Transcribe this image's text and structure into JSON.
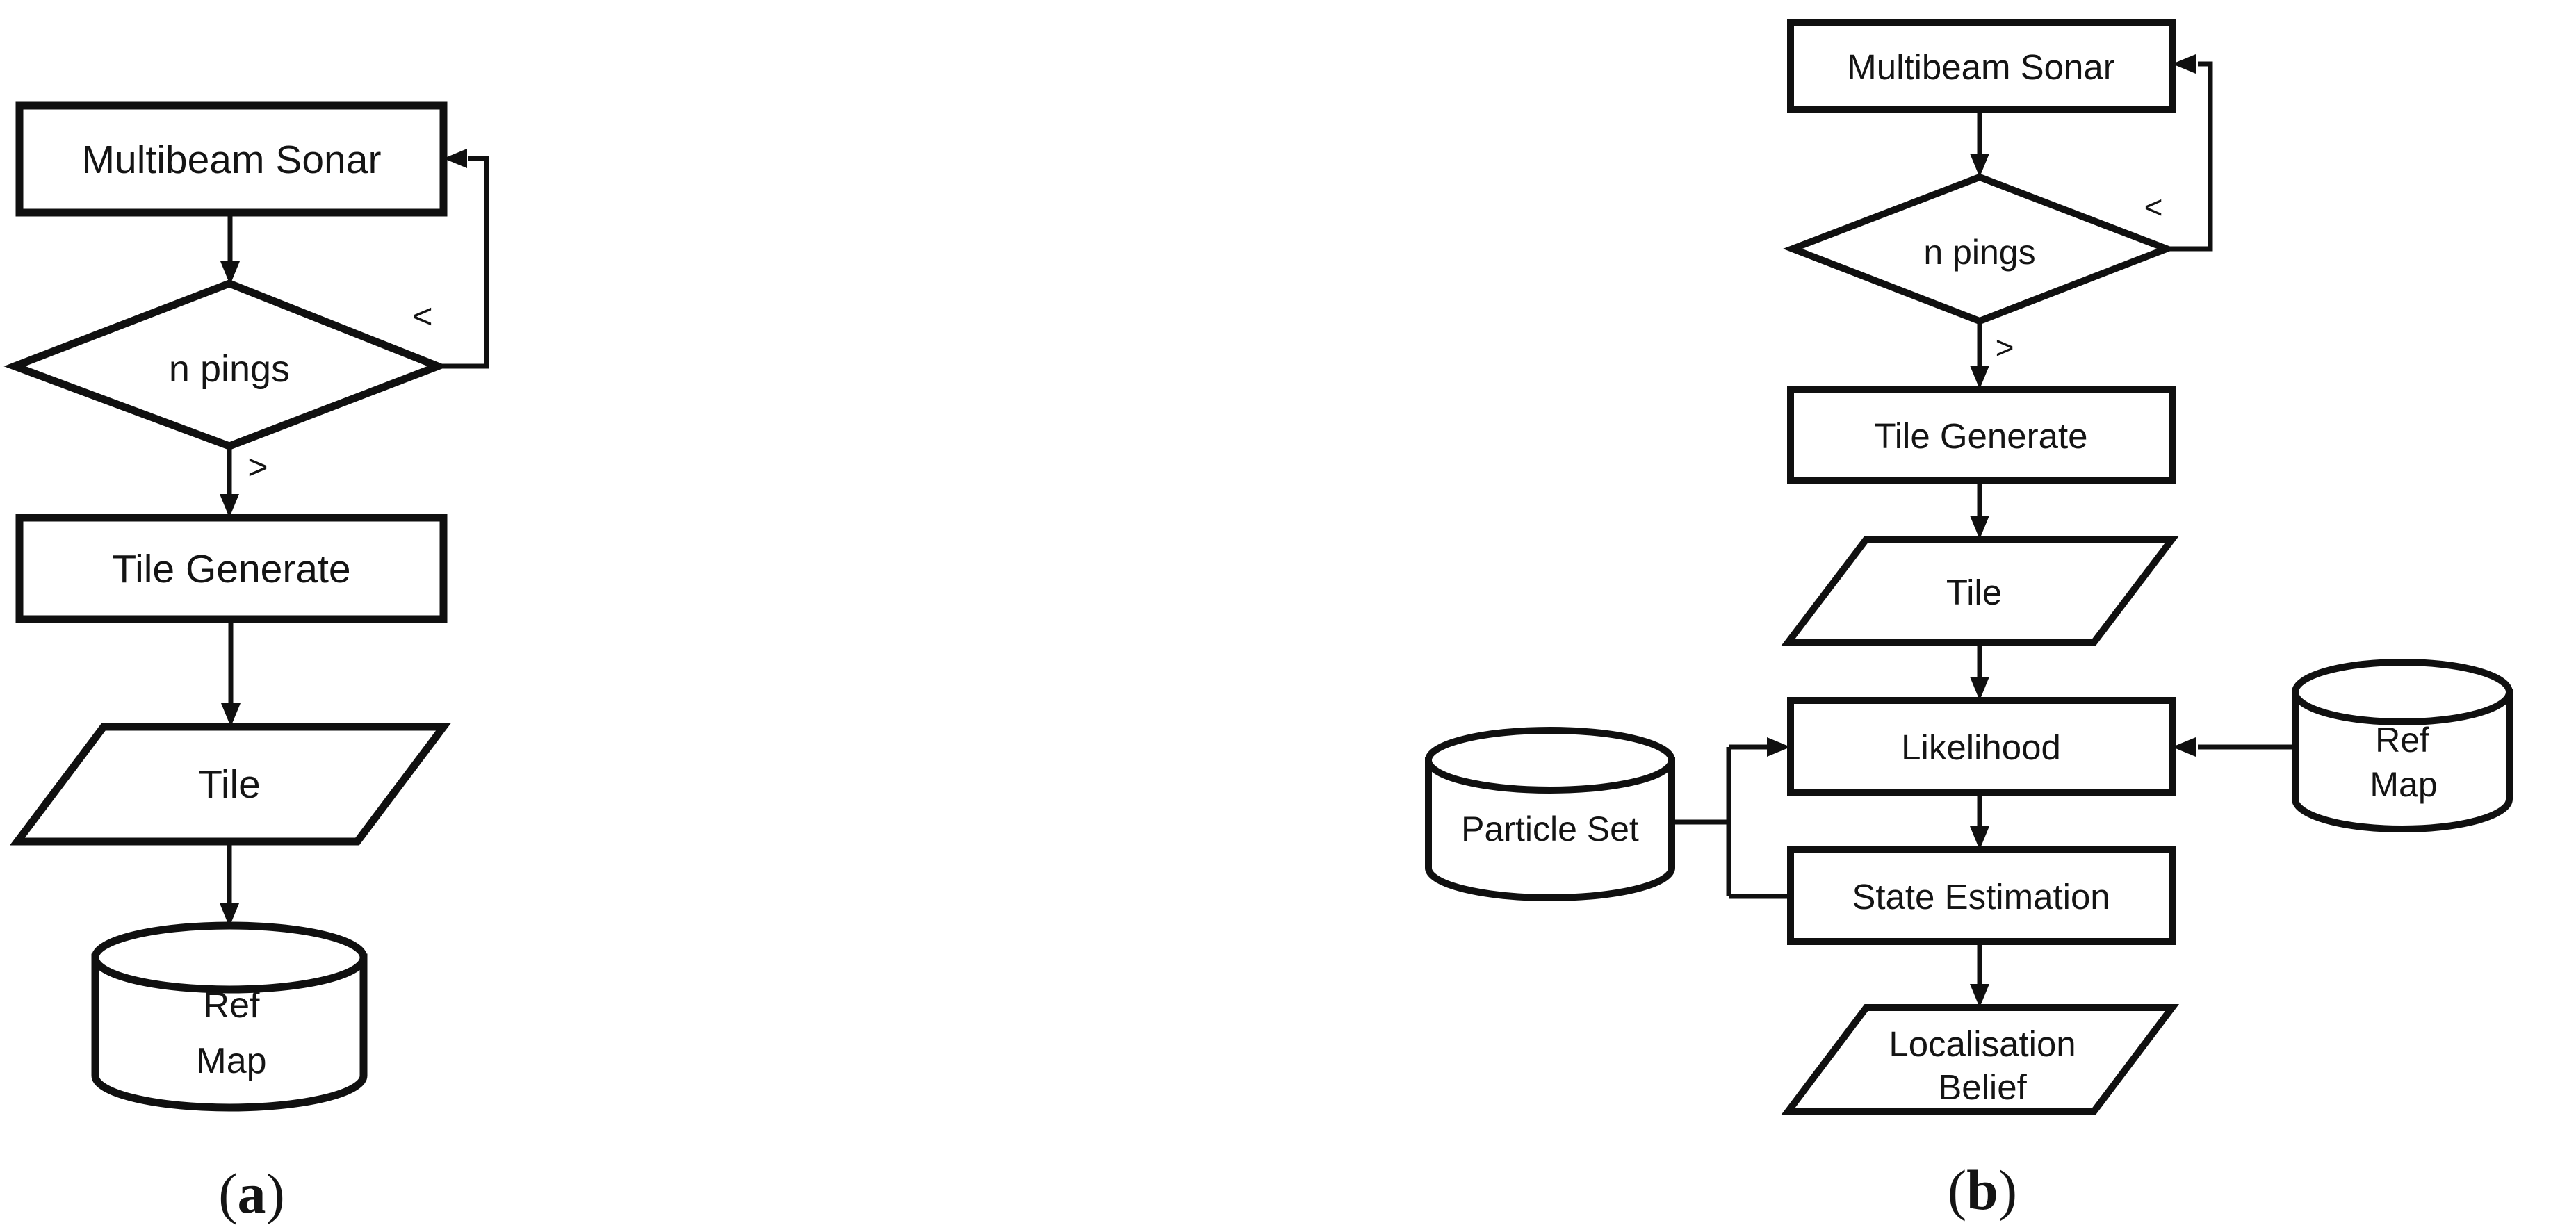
{
  "panel_a": {
    "multibeam_sonar": "Multibeam Sonar",
    "n_pings": "n pings",
    "loop_label": "<",
    "proceed_label": ">",
    "tile_generate": "Tile Generate",
    "tile": "Tile",
    "ref": "Ref",
    "map": "Map",
    "caption_open": "(",
    "caption_letter": "a",
    "caption_close": ")"
  },
  "panel_b": {
    "multibeam_sonar": "Multibeam Sonar",
    "n_pings": "n pings",
    "loop_label": "<",
    "proceed_label": ">",
    "tile_generate": "Tile Generate",
    "tile": "Tile",
    "likelihood": "Likelihood",
    "state_estimation": "State Estimation",
    "localisation": "Localisation",
    "belief": "Belief",
    "particle_set": "Particle Set",
    "ref": "Ref",
    "map": "Map",
    "caption_open": "(",
    "caption_letter": "b",
    "caption_close": ")"
  },
  "colors": {
    "ink": "#101010",
    "background": "#ffffff"
  }
}
